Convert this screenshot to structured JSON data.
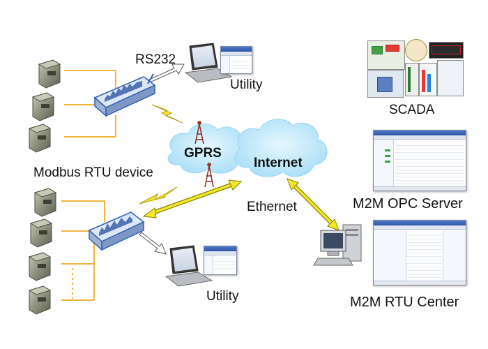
{
  "labels": {
    "rs232": "RS232",
    "utility_top": "Utility",
    "utility_bottom": "Utility",
    "gprs": "GPRS",
    "internet": "Internet",
    "ethernet": "Ethernet",
    "modbus": "Modbus RTU device",
    "scada": "SCADA",
    "opc_server": "M2M OPC Server",
    "rtu_center": "M2M RTU Center"
  },
  "colors": {
    "wire": "#f0b43c",
    "yellow_arrow": "#f2e82a",
    "cloud": "#bfe9fb",
    "modem": "#2e61b8",
    "rtu_module": "#8a8f7a"
  },
  "icons": [
    "modbus-module-icon",
    "gprs-modem-icon",
    "laptop-icon",
    "antenna-tower-icon",
    "lightning-icon",
    "cloud-icon",
    "desktop-pc-icon",
    "software-window-icon"
  ]
}
